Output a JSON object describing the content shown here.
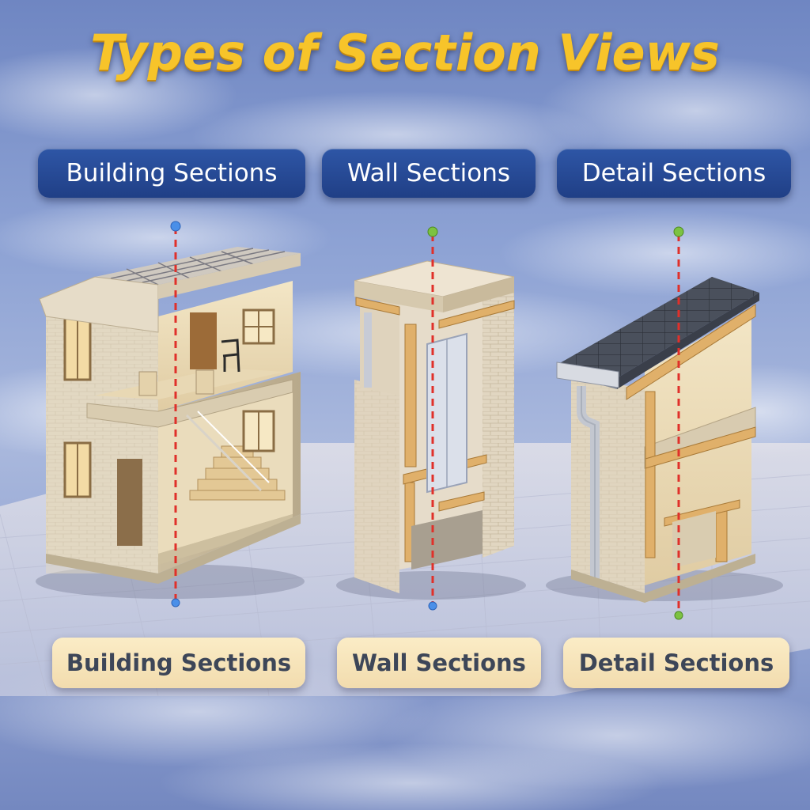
{
  "title": "Types of Section Views",
  "colors": {
    "title": "#f7c42a",
    "top_label_bg": "#2a4f9e",
    "bottom_label_bg": "#f6e4bb",
    "cut_line": "#e0302a",
    "marker_blue": "#4a8fe8",
    "marker_green": "#7cc242",
    "sky": "#8da2d4"
  },
  "panels": [
    {
      "top_label": "Building Sections",
      "bottom_label": "Building Sections",
      "illustration": "two-story-building-cutaway",
      "cut_line_style": "red-dashed",
      "marker_color": "blue"
    },
    {
      "top_label": "Wall Sections",
      "bottom_label": "Wall Sections",
      "illustration": "wall-assembly-cutaway",
      "cut_line_style": "red-dashed",
      "marker_color": "green-top-blue-bottom"
    },
    {
      "top_label": "Detail Sections",
      "bottom_label": "Detail Sections",
      "illustration": "roof-eave-detail-cutaway",
      "cut_line_style": "red-dashed",
      "marker_color": "green"
    }
  ]
}
